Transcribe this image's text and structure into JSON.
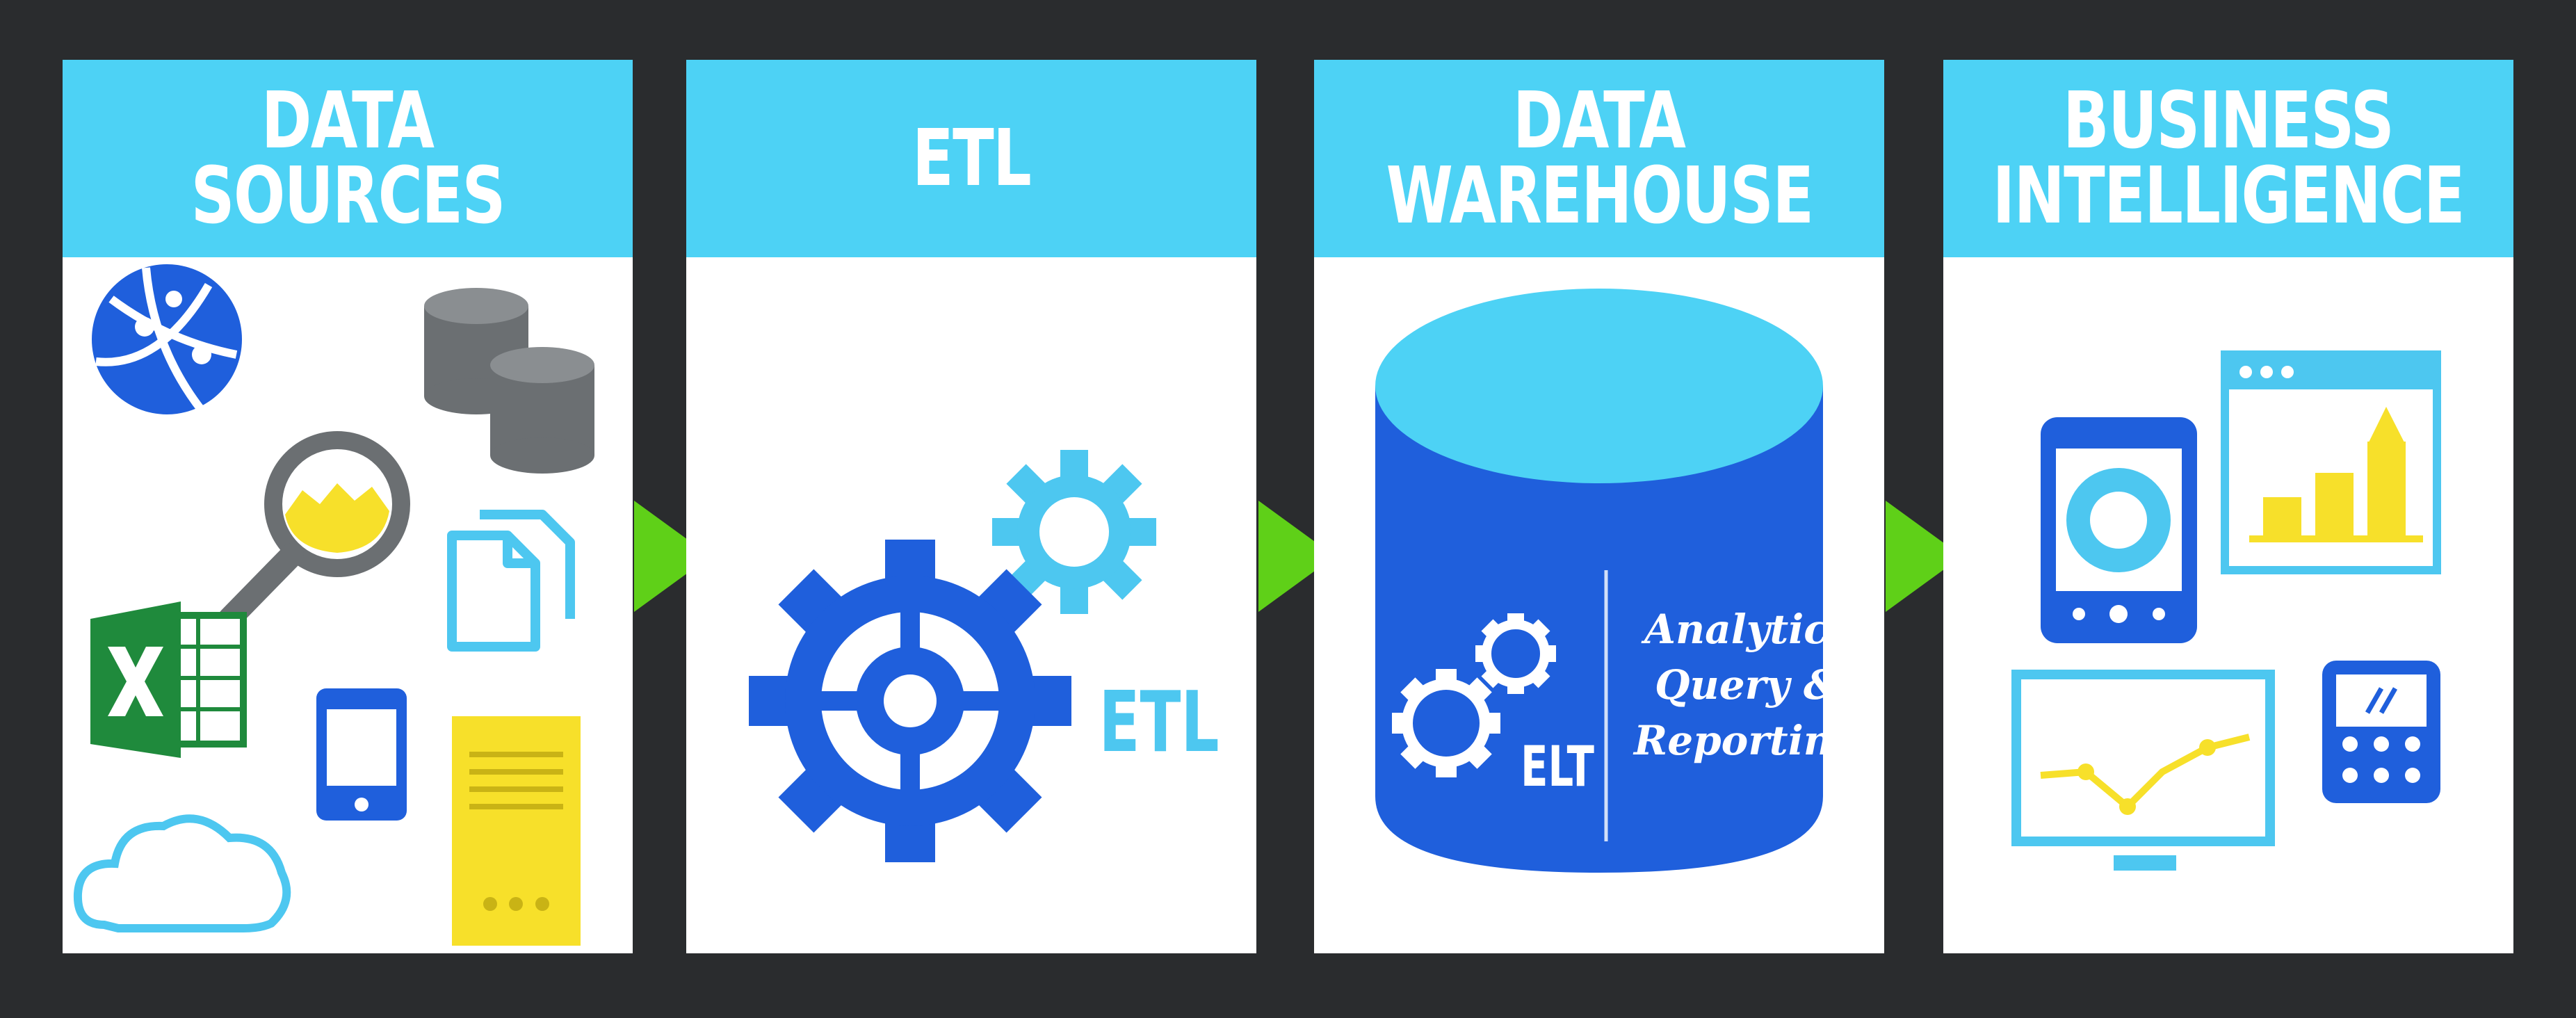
{
  "stages": [
    {
      "header_lines": [
        "DATA",
        "SOURCES"
      ]
    },
    {
      "header_lines": [
        "ETL"
      ],
      "body_label": "ETL"
    },
    {
      "header_lines": [
        "DATA",
        "WAREHOUSE"
      ],
      "process_label": "ELT",
      "warehouse_lines": [
        "Analytic",
        "Query &",
        "Reporting"
      ]
    },
    {
      "header_lines": [
        "BUSINESS",
        "INTELLIGENCE"
      ]
    }
  ],
  "colors": {
    "frame": "#2a2c2e",
    "header": "#4dd2f5",
    "primary_blue": "#1f5fdc",
    "light_blue": "#4dc7f0",
    "arrow_green": "#5fd018",
    "accent_yellow": "#f7e02a",
    "excel_green": "#1f8a3c",
    "gray": "#6b6f72"
  },
  "icons": [
    "globe-icon",
    "database-icon",
    "magnifier-chart-icon",
    "documents-icon",
    "excel-icon",
    "smartphone-icon",
    "cloud-icon",
    "server-icon",
    "gear-icon",
    "database-cylinder-icon",
    "mobile-chart-icon",
    "browser-chart-icon",
    "monitor-chart-icon",
    "calculator-icon",
    "arrow-icon"
  ]
}
